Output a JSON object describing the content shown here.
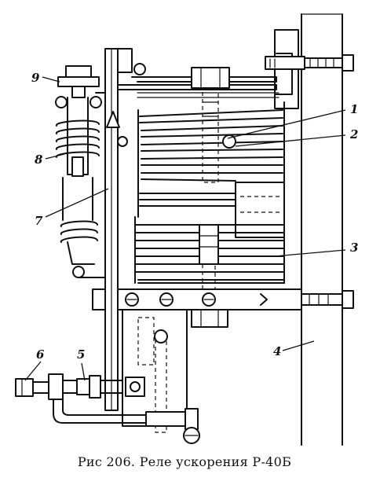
{
  "figure": {
    "caption": "Рис  206. Реле ускорения Р-40Б"
  },
  "labels": {
    "l1": "1",
    "l2": "2",
    "l3": "3",
    "l4": "4",
    "l5": "5",
    "l6": "6",
    "l7": "7",
    "l8": "8",
    "l9": "9"
  }
}
